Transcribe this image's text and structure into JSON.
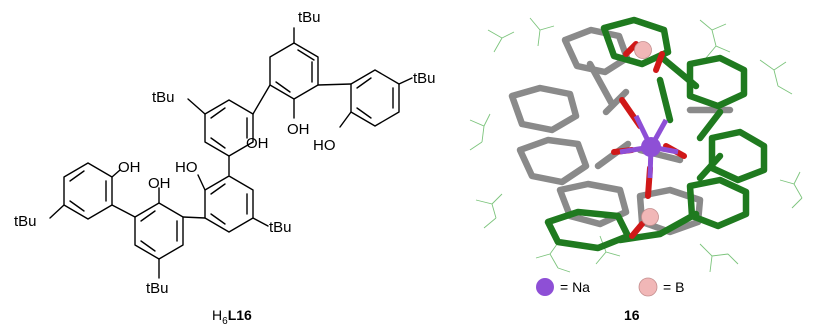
{
  "left_structure": {
    "labels": {
      "tbu_top": "tBu",
      "tbu_left_mid": "tBu",
      "tbu_right_top": "tBu",
      "oh_center": "OH",
      "oh_center2": "OH",
      "ho_right": "HO",
      "oh_left_top": "OH",
      "oh_left_mid": "OH",
      "ho_mid": "HO",
      "tbu_far_left": "tBu",
      "tbu_right_low": "tBu",
      "tbu_bottom": "tBu"
    },
    "caption_prefix": "H",
    "caption_sub": "6",
    "caption_bold": "L16"
  },
  "right_structure": {
    "legend": {
      "na_label": "= Na",
      "b_label": "= B",
      "na_color": "#8e4fd6",
      "b_color": "#f1b7b7"
    },
    "caption": "16"
  },
  "colors": {
    "grey_frame": "#8a8a8a",
    "green_frame": "#1f7a1f",
    "oxygen": "#d01818"
  }
}
